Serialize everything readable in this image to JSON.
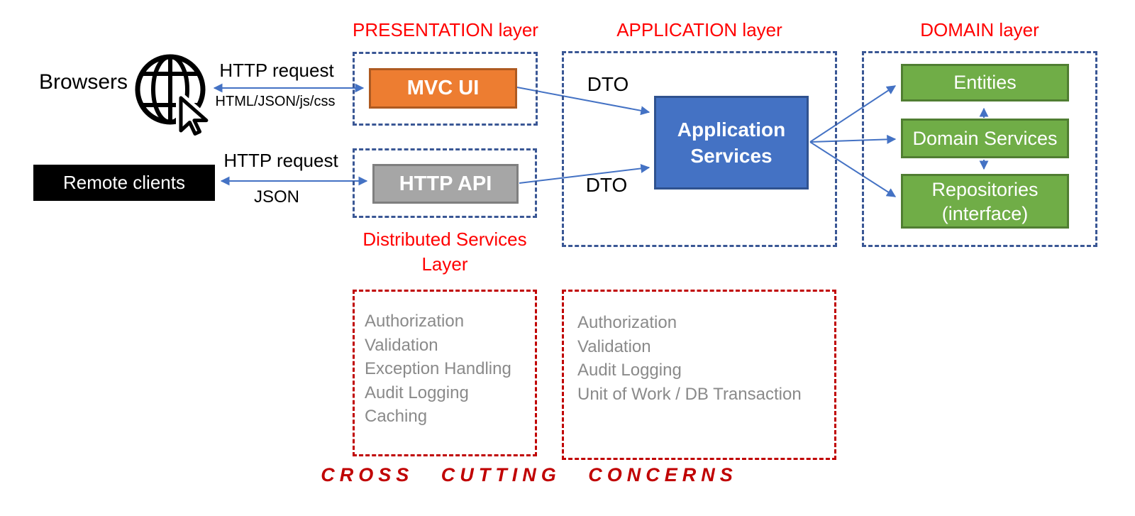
{
  "colors": {
    "accent_orange": "#ED7D31",
    "accent_orange_border": "#AE5A21",
    "accent_blue": "#4472C4",
    "accent_blue_border": "#2F528F",
    "accent_green": "#70AD47",
    "accent_green_border": "#507E32",
    "accent_gray": "#A6A6A6",
    "accent_gray_border": "#7F7F7F",
    "layer_title_red": "#FF0000",
    "cross_cutting_red": "#C00000",
    "dashed_box_blue": "#3A5795",
    "arrow_blue": "#4472C4",
    "muted_text_gray": "#8A8A8A",
    "ink": "#000000"
  },
  "layers": {
    "presentation": {
      "title": "PRESENTATION layer"
    },
    "application": {
      "title": "APPLICATION layer"
    },
    "domain": {
      "title": "DOMAIN layer"
    },
    "distributed_services": {
      "title_line1": "Distributed Services",
      "title_line2": "Layer"
    }
  },
  "clients": {
    "browsers": {
      "label": "Browsers"
    },
    "remote_clients": {
      "label": "Remote clients"
    }
  },
  "connections": {
    "browser_request": {
      "top_label": "HTTP request",
      "bottom_label": "HTML/JSON/js/css"
    },
    "remote_request": {
      "top_label": "HTTP request",
      "bottom_label": "JSON"
    },
    "mvc_to_app": {
      "label": "DTO"
    },
    "api_to_app": {
      "label": "DTO"
    }
  },
  "components": {
    "mvc_ui": {
      "label": "MVC UI"
    },
    "http_api": {
      "label": "HTTP API"
    },
    "application_services": {
      "label_line1": "Application",
      "label_line2": "Services"
    },
    "entities": {
      "label": "Entities"
    },
    "domain_services": {
      "label": "Domain Services"
    },
    "repositories": {
      "label_line1": "Repositories",
      "label_line2": "(interface)"
    }
  },
  "cross_cutting": {
    "footer": "CROSS CUTTING CONCERNS",
    "distributed_concerns": [
      "Authorization",
      "Validation",
      "Exception Handling",
      "Audit Logging",
      "Caching"
    ],
    "application_concerns": [
      "Authorization",
      "Validation",
      "Audit Logging",
      "Unit of Work / DB Transaction"
    ]
  }
}
